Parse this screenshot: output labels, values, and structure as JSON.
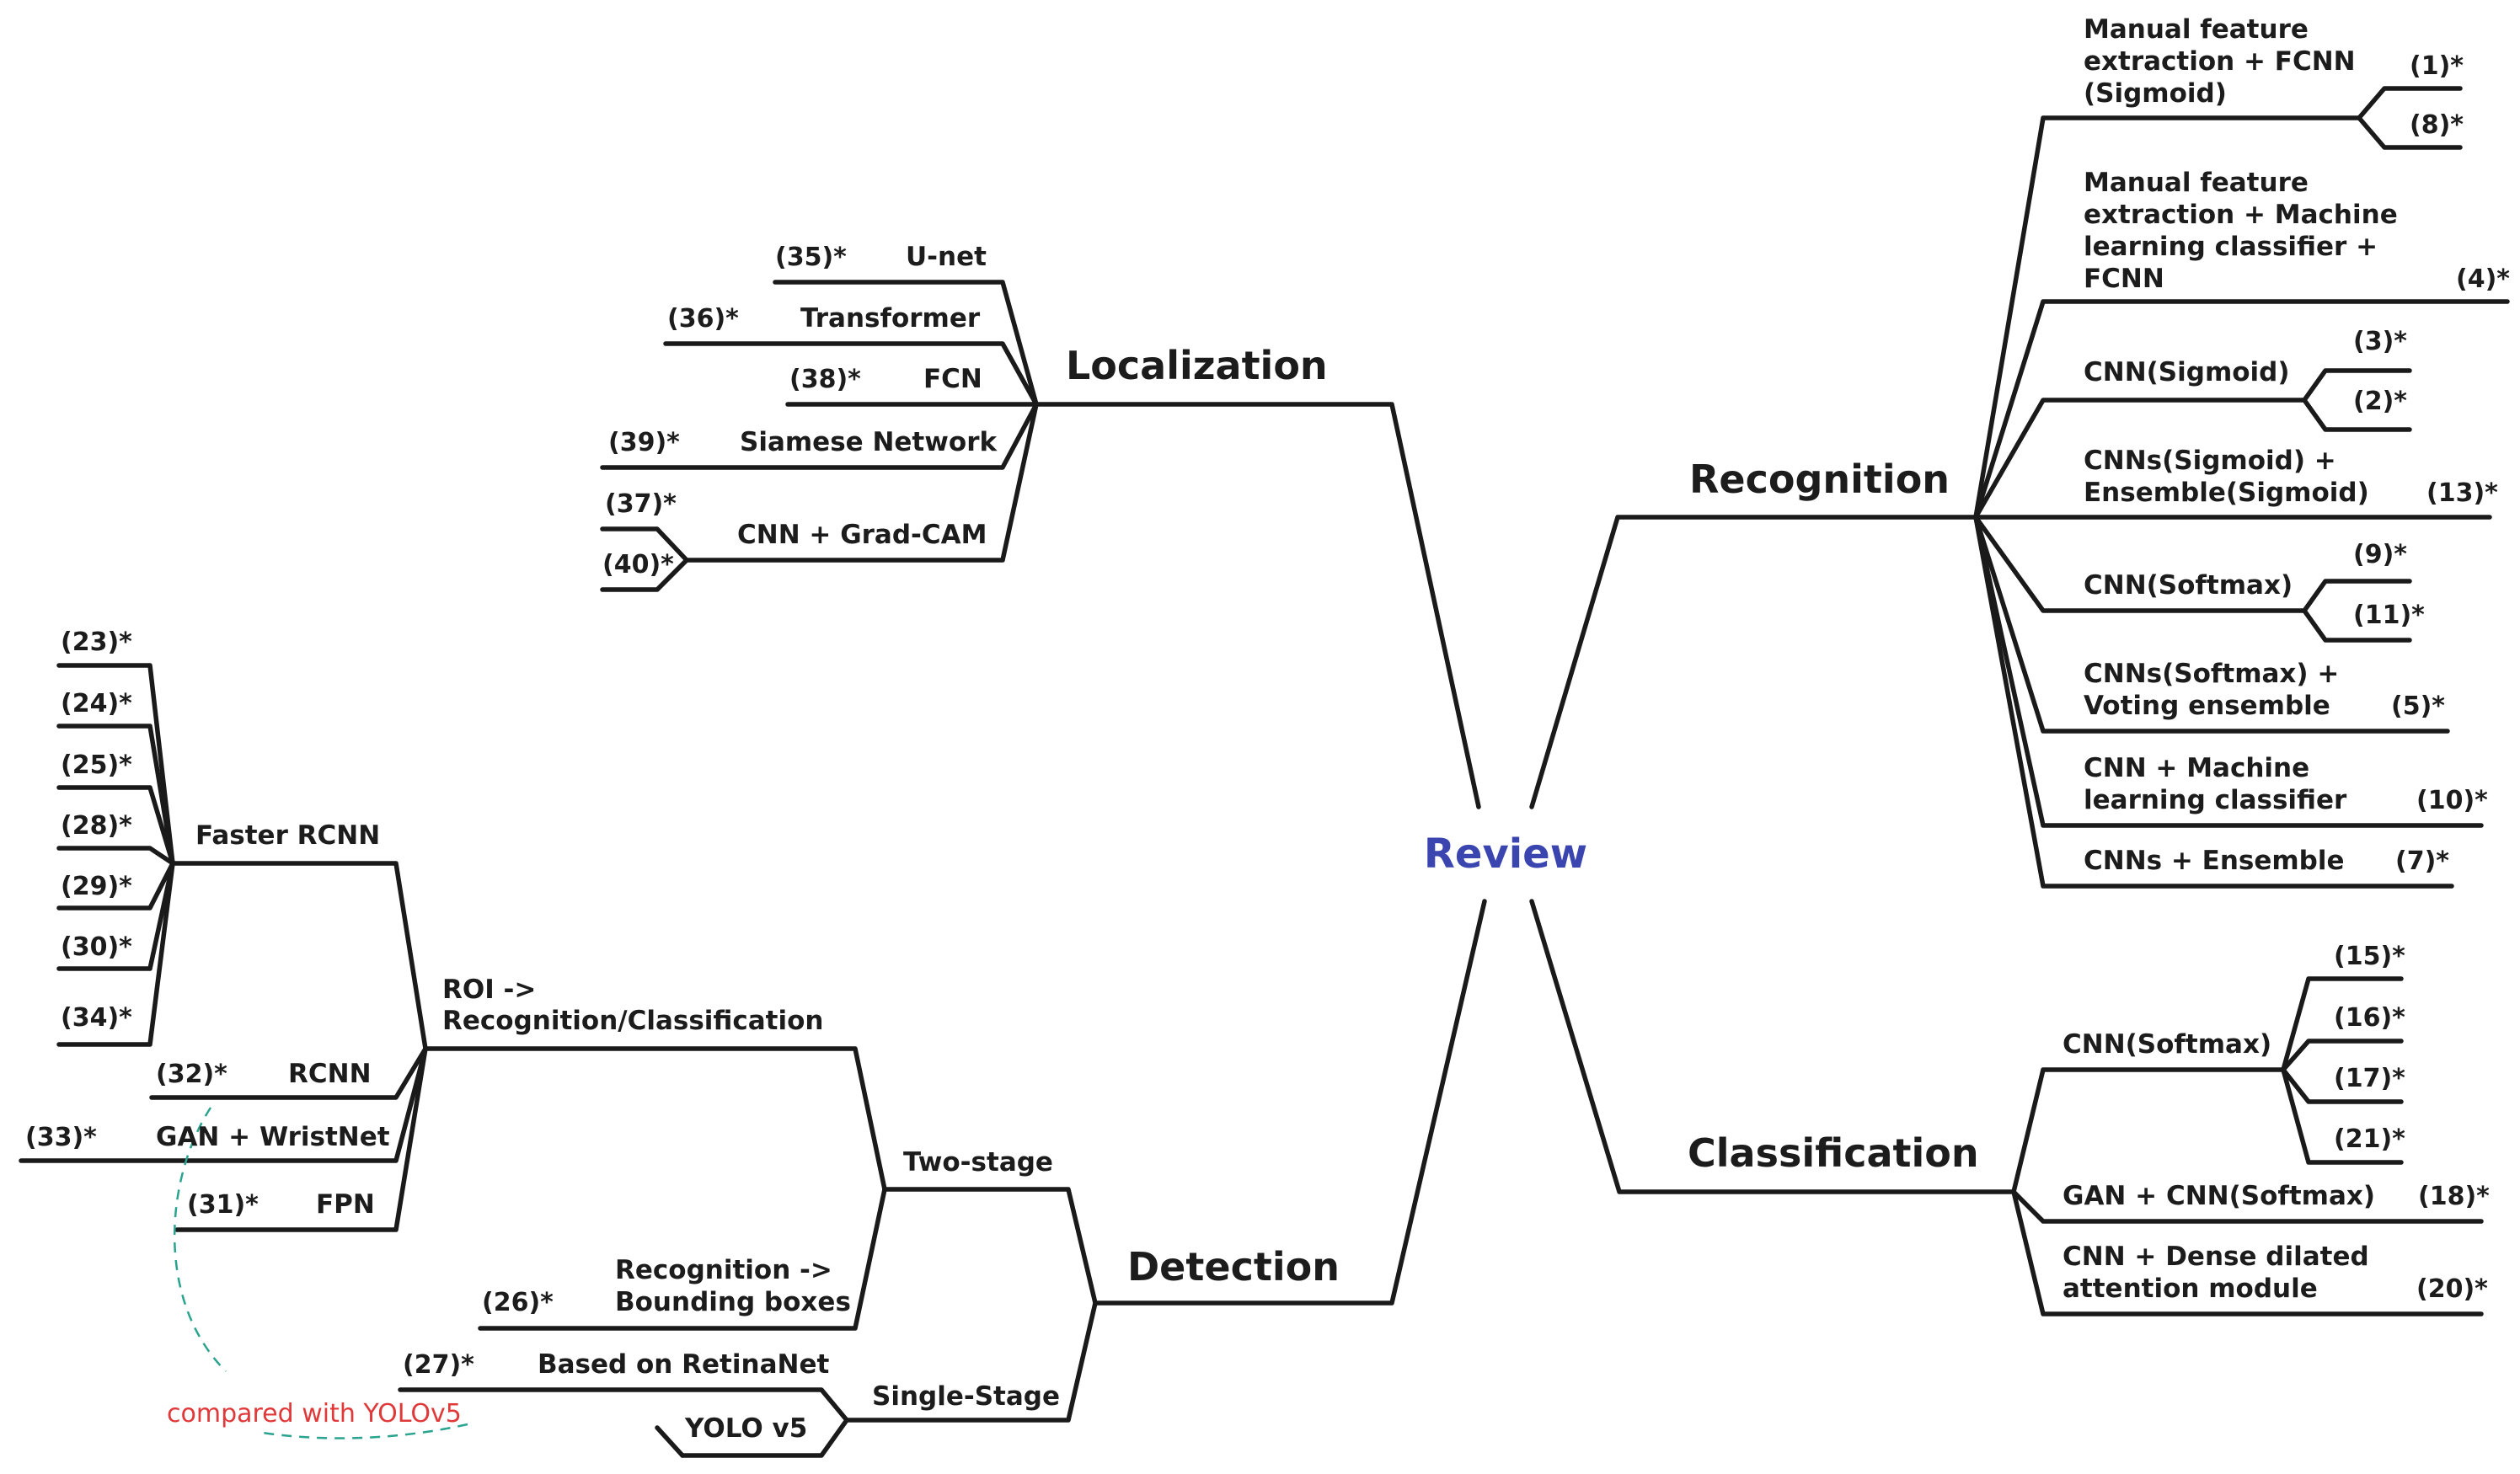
{
  "center": "Review",
  "branches": {
    "localization": {
      "title": "Localization",
      "labels": [
        "U-net",
        "Transformer",
        "FCN",
        "Siamese Network",
        "CNN + Grad-CAM"
      ],
      "refs": [
        "(35)*",
        "(36)*",
        "(38)*",
        "(39)*",
        "(37)*",
        "(40)*"
      ]
    },
    "recognition": {
      "title": "Recognition",
      "labels": [
        [
          "Manual feature",
          "extraction + FCNN",
          "(Sigmoid)"
        ],
        [
          "Manual feature",
          "extraction + Machine",
          "learning classifier +",
          "FCNN"
        ],
        [
          "CNN(Sigmoid)"
        ],
        [
          "CNNs(Sigmoid) +",
          "Ensemble(Sigmoid)"
        ],
        [
          "CNN(Softmax)"
        ],
        [
          "CNNs(Softmax) +",
          "Voting ensemble"
        ],
        [
          "CNN + Machine",
          "learning classifier"
        ],
        [
          "CNNs + Ensemble"
        ]
      ],
      "refs": [
        "(1)*",
        "(8)*",
        "(4)*",
        "(3)*",
        "(2)*",
        "(13)*",
        "(9)*",
        "(11)*",
        "(5)*",
        "(10)*",
        "(7)*"
      ]
    },
    "classification": {
      "title": "Classification",
      "labels": [
        [
          "CNN(Softmax)"
        ],
        [
          "GAN + CNN(Softmax)"
        ],
        [
          "CNN + Dense dilated",
          "attention module"
        ]
      ],
      "refs": [
        "(15)*",
        "(16)*",
        "(17)*",
        "(21)*",
        "(18)*",
        "(20)*"
      ]
    },
    "detection": {
      "title": "Detection",
      "two_stage": "Two-stage",
      "single_stage": "Single-Stage",
      "roi": [
        "ROI ->",
        "Recognition/Classification"
      ],
      "recog_bbox": [
        "Recognition ->",
        "Bounding boxes"
      ],
      "faster_rcnn": "Faster RCNN",
      "rcnn": "RCNN",
      "gan_wristnet": "GAN + WristNet",
      "fpn": "FPN",
      "retinanet": "Based on RetinaNet",
      "yolo": "YOLO v5",
      "refs": [
        "(23)*",
        "(24)*",
        "(25)*",
        "(28)*",
        "(29)*",
        "(30)*",
        "(34)*",
        "(32)*",
        "(33)*",
        "(31)*",
        "(26)*",
        "(27)*"
      ]
    }
  },
  "annotation": "compared with YOLOv5"
}
